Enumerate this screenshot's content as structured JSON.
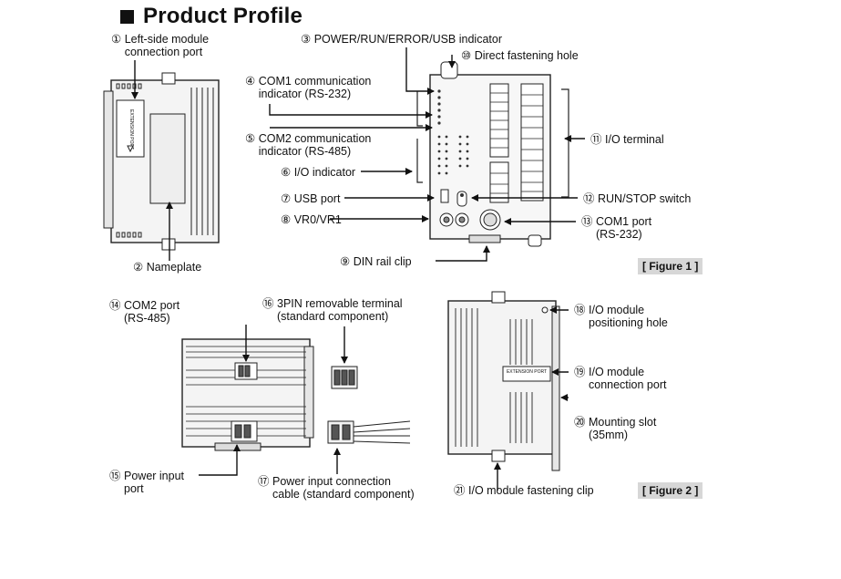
{
  "title": "Product Profile",
  "figure1": "[ Figure 1 ]",
  "figure2": "[ Figure 2 ]",
  "device": {
    "extension_port": "EXTENSION PORT"
  },
  "callouts": [
    {
      "num": "①",
      "text": "Left-side module\nconnection port"
    },
    {
      "num": "②",
      "text": "Nameplate"
    },
    {
      "num": "③",
      "text": "POWER/RUN/ERROR/USB indicator"
    },
    {
      "num": "④",
      "text": "COM1 communication\nindicator (RS-232)"
    },
    {
      "num": "⑤",
      "text": "COM2 communication\nindicator (RS-485)"
    },
    {
      "num": "⑥",
      "text": "I/O indicator"
    },
    {
      "num": "⑦",
      "text": "USB port"
    },
    {
      "num": "⑧",
      "text": "VR0/VR1"
    },
    {
      "num": "⑨",
      "text": "DIN rail clip"
    },
    {
      "num": "⑩",
      "text": "Direct fastening hole"
    },
    {
      "num": "⑪",
      "text": "I/O terminal"
    },
    {
      "num": "⑫",
      "text": "RUN/STOP switch"
    },
    {
      "num": "⑬",
      "text": "COM1 port\n(RS-232)"
    },
    {
      "num": "⑭",
      "text": "COM2 port\n(RS-485)"
    },
    {
      "num": "⑮",
      "text": "Power input\nport"
    },
    {
      "num": "⑯",
      "text": "3PIN removable terminal\n(standard component)"
    },
    {
      "num": "⑰",
      "text": "Power input connection\ncable (standard component)"
    },
    {
      "num": "⑱",
      "text": "I/O module\npositioning hole"
    },
    {
      "num": "⑲",
      "text": "I/O module\nconnection port"
    },
    {
      "num": "⑳",
      "text": "Mounting slot\n(35mm)"
    },
    {
      "num": "㉑",
      "text": "I/O module fastening clip"
    }
  ]
}
